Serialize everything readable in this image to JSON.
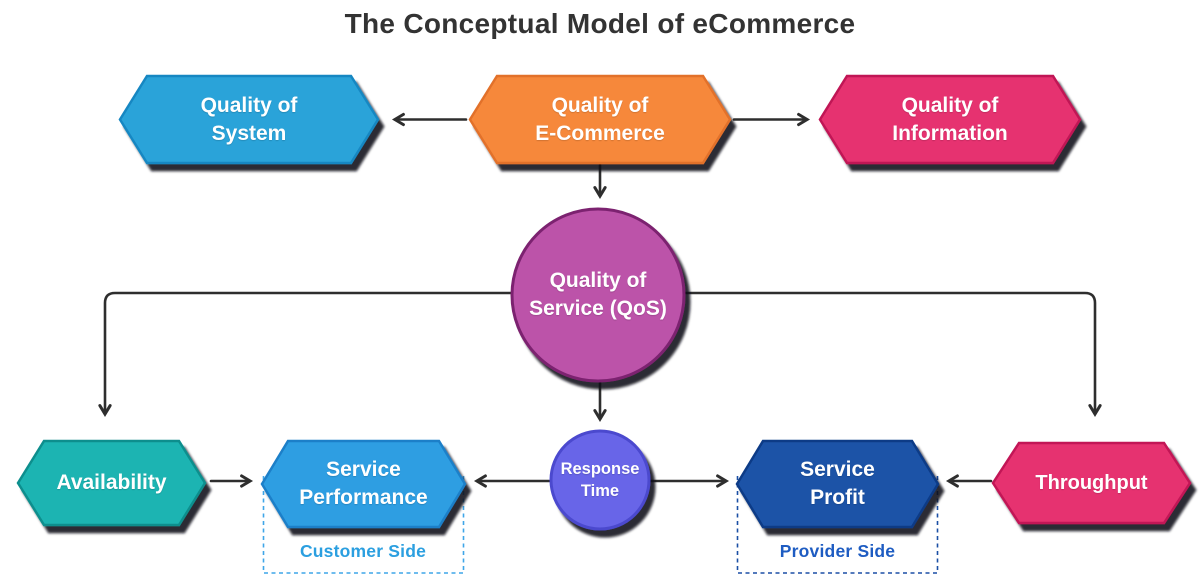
{
  "title": {
    "text": "The Conceptual Model of eCommerce",
    "color": "#333333"
  },
  "colors": {
    "line": "#2E2E2E",
    "background": "#FFFFFF",
    "node_text": "#FFFFFF"
  },
  "nodes": {
    "quality_of_system": {
      "label": "Quality of\nSystem",
      "shape": "hexagon",
      "fill": "#2BA3D9",
      "border": "#1887C2"
    },
    "quality_of_ecommerce": {
      "label": "Quality of\nE-Commerce",
      "shape": "hexagon",
      "fill": "#F6883B",
      "border": "#E2712C"
    },
    "quality_of_information": {
      "label": "Quality of\nInformation",
      "shape": "hexagon",
      "fill": "#E6336F",
      "border": "#C01355"
    },
    "quality_of_service": {
      "label": "Quality of\nService (QoS)",
      "shape": "circle",
      "fill": "#BC52A9",
      "border": "#7C2470"
    },
    "availability": {
      "label": "Availability",
      "shape": "hexagon",
      "fill": "#1CB4B2",
      "border": "#0E8E8D"
    },
    "service_performance": {
      "label": "Service\nPerformance",
      "shape": "hexagon",
      "fill": "#2D9EE2",
      "border": "#1D7FC8"
    },
    "response_time": {
      "label": "Response\nTime",
      "shape": "circle",
      "fill": "#6765E8",
      "border": "#4B48CE"
    },
    "service_profit": {
      "label": "Service\nProfit",
      "shape": "hexagon",
      "fill": "#1A52A7",
      "border": "#0C3A86"
    },
    "throughput": {
      "label": "Throughput",
      "shape": "hexagon",
      "fill": "#E6336F",
      "border": "#C21356"
    }
  },
  "groups": {
    "customer_side": {
      "label": "Customer Side",
      "label_color": "#2B9FE0",
      "border_color": "#3FA6E8"
    },
    "provider_side": {
      "label": "Provider Side",
      "label_color": "#1E5CC2",
      "border_color": "#1B4FA5"
    }
  }
}
